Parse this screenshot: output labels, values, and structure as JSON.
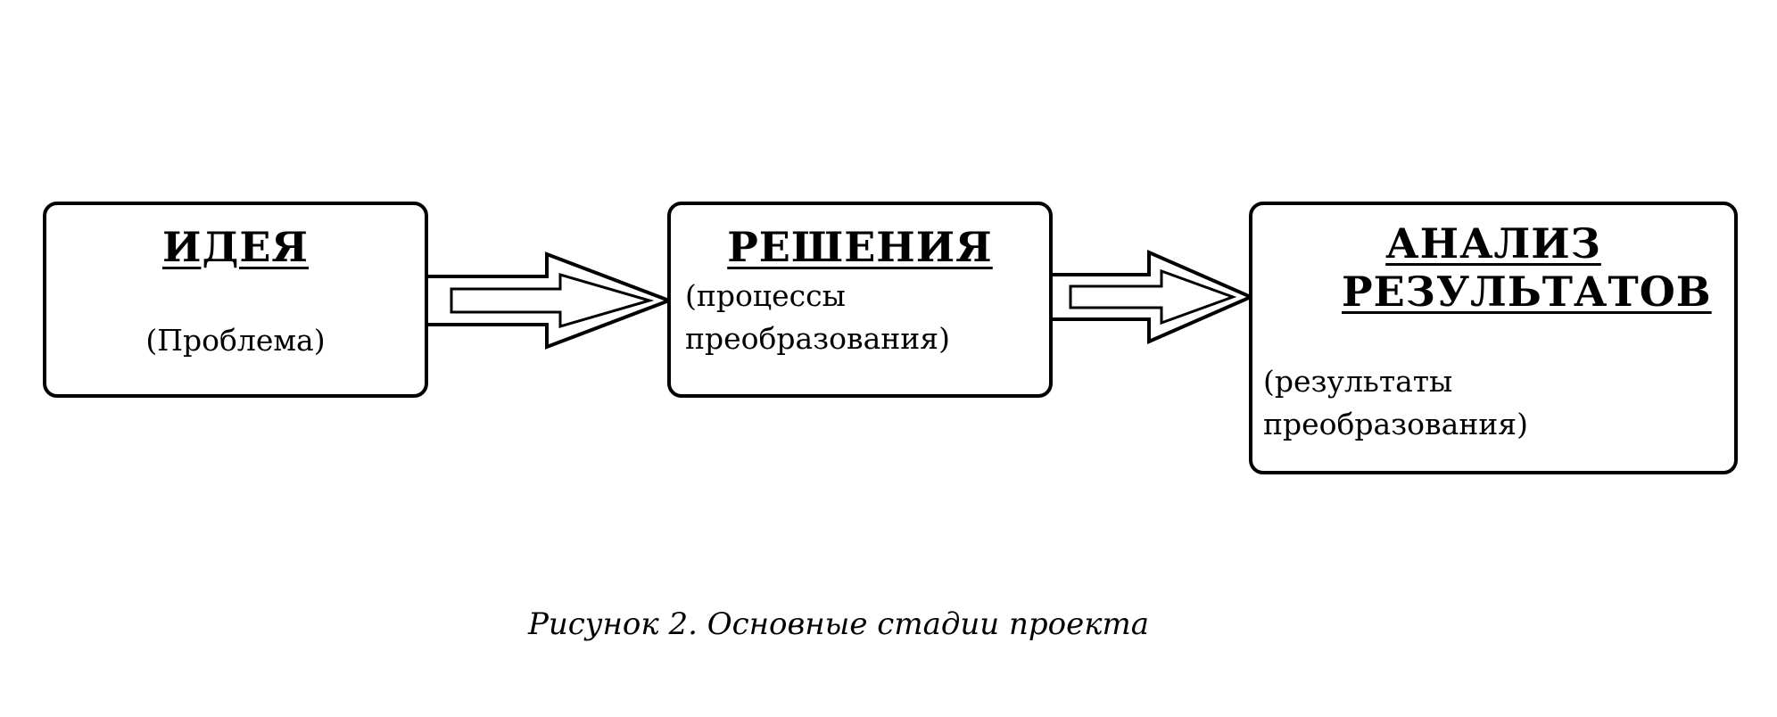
{
  "stages": [
    {
      "title": "ИДЕЯ",
      "subtitle": "(Проблема)"
    },
    {
      "title": "РЕШЕНИЯ",
      "subtitle": "(процессы\nпреобразования)"
    },
    {
      "title_line1": "АНАЛИЗ",
      "title_line2": "РЕЗУЛЬТАТОВ",
      "subtitle": "(результаты\nпреобразования)"
    }
  ],
  "caption": "Рисунок 2. Основные стадии проекта"
}
